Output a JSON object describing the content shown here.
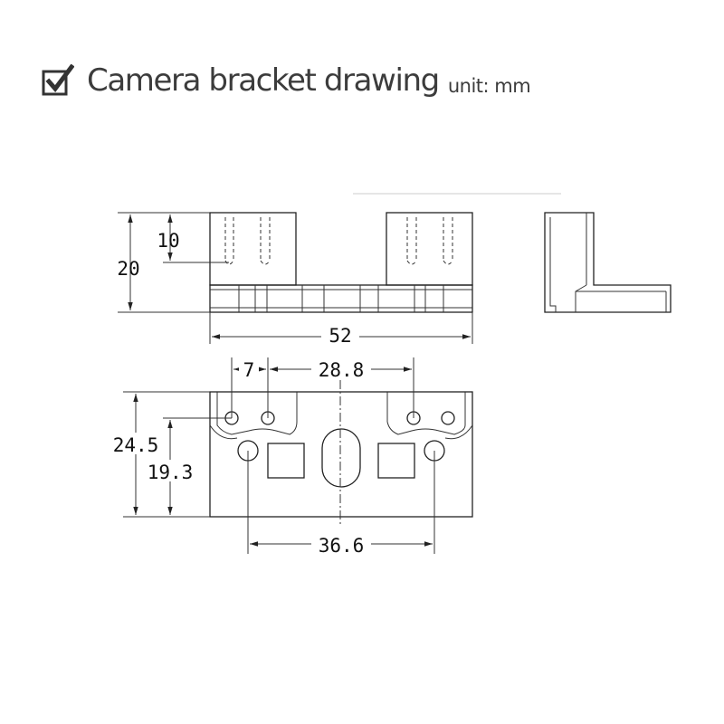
{
  "header": {
    "title": "Camera bracket drawing",
    "unit": "unit: mm",
    "icon": "checkbox-checked-icon"
  },
  "dimensions": {
    "depth_slot": "10",
    "height": "20",
    "length": "52",
    "hole_spacing_small": "7",
    "hole_spacing_large": "28.8",
    "width": "24.5",
    "hole_offset": "19.3",
    "mount_spacing": "36.6"
  }
}
